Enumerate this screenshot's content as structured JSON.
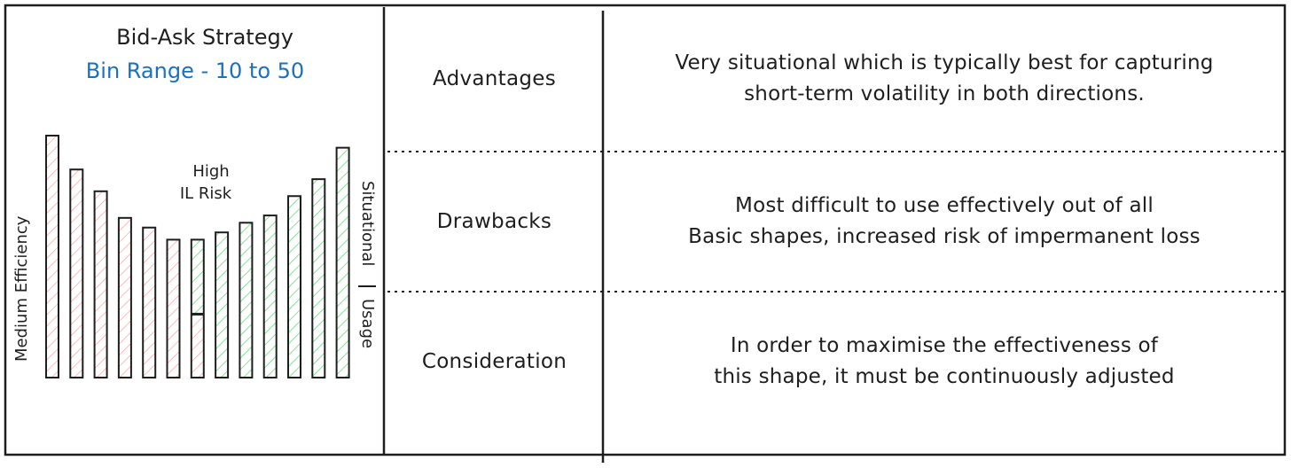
{
  "figure": {
    "title": "Bid-Ask Strategy",
    "subtitle": "Bin Range - 10 to 50",
    "subtitle_color": "#1971c2",
    "label_left": "Medium Efficiency",
    "label_right_1": "Situational",
    "label_right_2": "Usage",
    "center_note_1": "High",
    "center_note_2": "IL Risk",
    "bin_heights_relative": [
      1.0,
      0.86,
      0.77,
      0.66,
      0.62,
      0.57,
      0.57,
      0.6,
      0.64,
      0.67,
      0.75,
      0.82,
      0.95
    ],
    "bin_colors": [
      "red",
      "red",
      "red",
      "red",
      "red",
      "red",
      "split",
      "green",
      "green",
      "green",
      "green",
      "green",
      "green"
    ],
    "red_hatch": "#ffa8a8",
    "green_hatch": "#69db7c"
  },
  "table": {
    "rows": [
      {
        "header": "Advantages",
        "lines": [
          "Very situational which is typically best for capturing",
          "short-term volatility in both directions."
        ]
      },
      {
        "header": "Drawbacks",
        "lines": [
          "Most difficult to use effectively out of all",
          "Basic shapes, increased risk of impermanent loss"
        ]
      },
      {
        "header": "Consideration",
        "lines": [
          "In order to maximise the effectiveness of",
          "this shape, it must be continuously adjusted"
        ]
      }
    ]
  }
}
